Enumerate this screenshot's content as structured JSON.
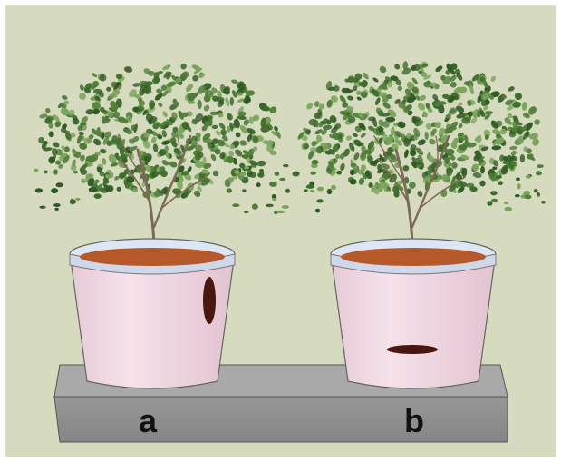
{
  "labels": {
    "left_pot": "a",
    "right_pot": "b"
  },
  "colors": {
    "background": "#d6dbbf",
    "shelf_top": "#a8a8a8",
    "shelf_front": "#8d8d8d",
    "pot_body": "#f1d9e2",
    "pot_rim": "#dfe6f3",
    "soil": "#b5582a",
    "hole": "#4a1710",
    "foliage_dark": "#2f5a22",
    "foliage_mid": "#4f7d37",
    "foliage_light": "#7aa35a",
    "trunk": "#7b6a55"
  },
  "pots": [
    {
      "id": "a",
      "hole_orientation": "vertical",
      "hole_position": "side"
    },
    {
      "id": "b",
      "hole_orientation": "horizontal",
      "hole_position": "bottom"
    }
  ]
}
